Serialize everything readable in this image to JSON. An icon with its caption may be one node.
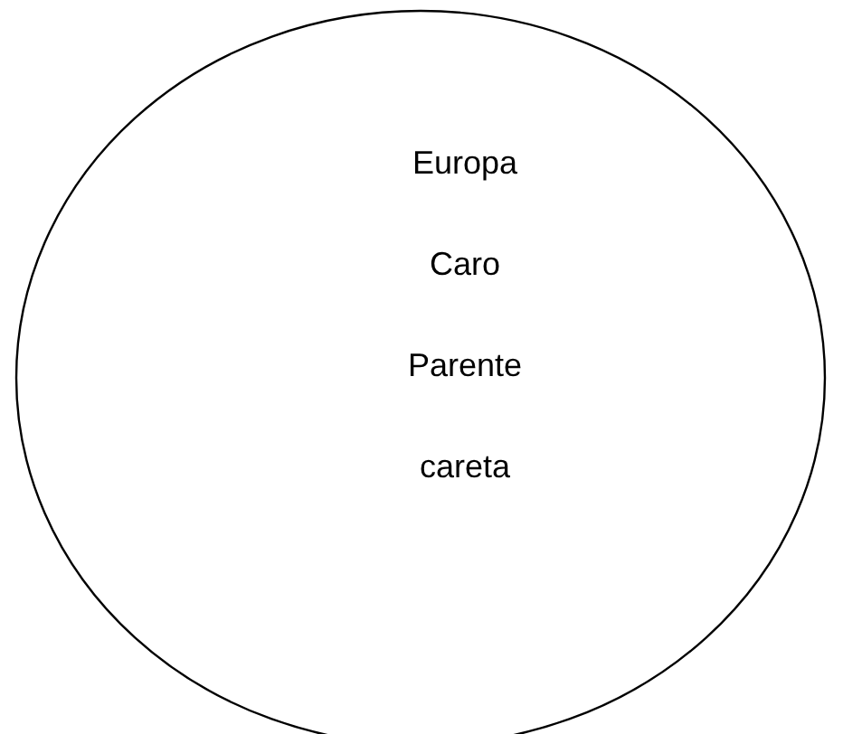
{
  "diagram": {
    "nodes": [
      {
        "text": [
          "Europa",
          "Caro",
          "Parente",
          "careta"
        ]
      }
    ]
  }
}
